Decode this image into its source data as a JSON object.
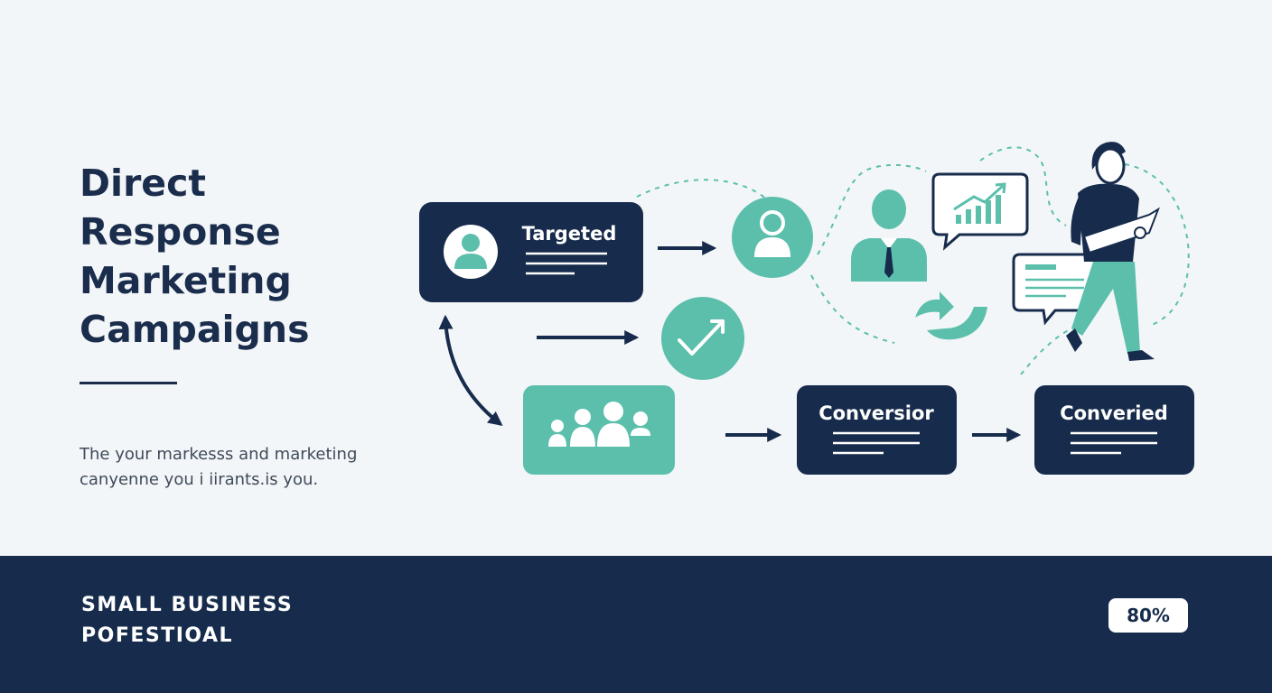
{
  "title": {
    "line1": "Direct",
    "line2": "Response",
    "line3": "Marketing",
    "line4": "Campaigns"
  },
  "subtitle": {
    "line1": "The your markesss and marketing",
    "line2": "canyenne you i iirants.is you."
  },
  "diagram": {
    "nodes": {
      "targeted": "Targeted",
      "conversion": "Conversior",
      "converted": "Converied"
    }
  },
  "footer": {
    "line1": "SMALL BUSINESS",
    "line2": "POFESTIOAL",
    "badge": "80%"
  },
  "colors": {
    "navy": "#172c4c",
    "teal": "#5bbfab",
    "background": "#f3f6f8",
    "text": "#1b2d4c"
  },
  "icons": [
    "user-icon",
    "check-trend-icon",
    "group-icon",
    "businessman-icon",
    "chart-bubble-icon",
    "message-bubble-icon",
    "refresh-arrow-icon",
    "person-figure-icon"
  ]
}
